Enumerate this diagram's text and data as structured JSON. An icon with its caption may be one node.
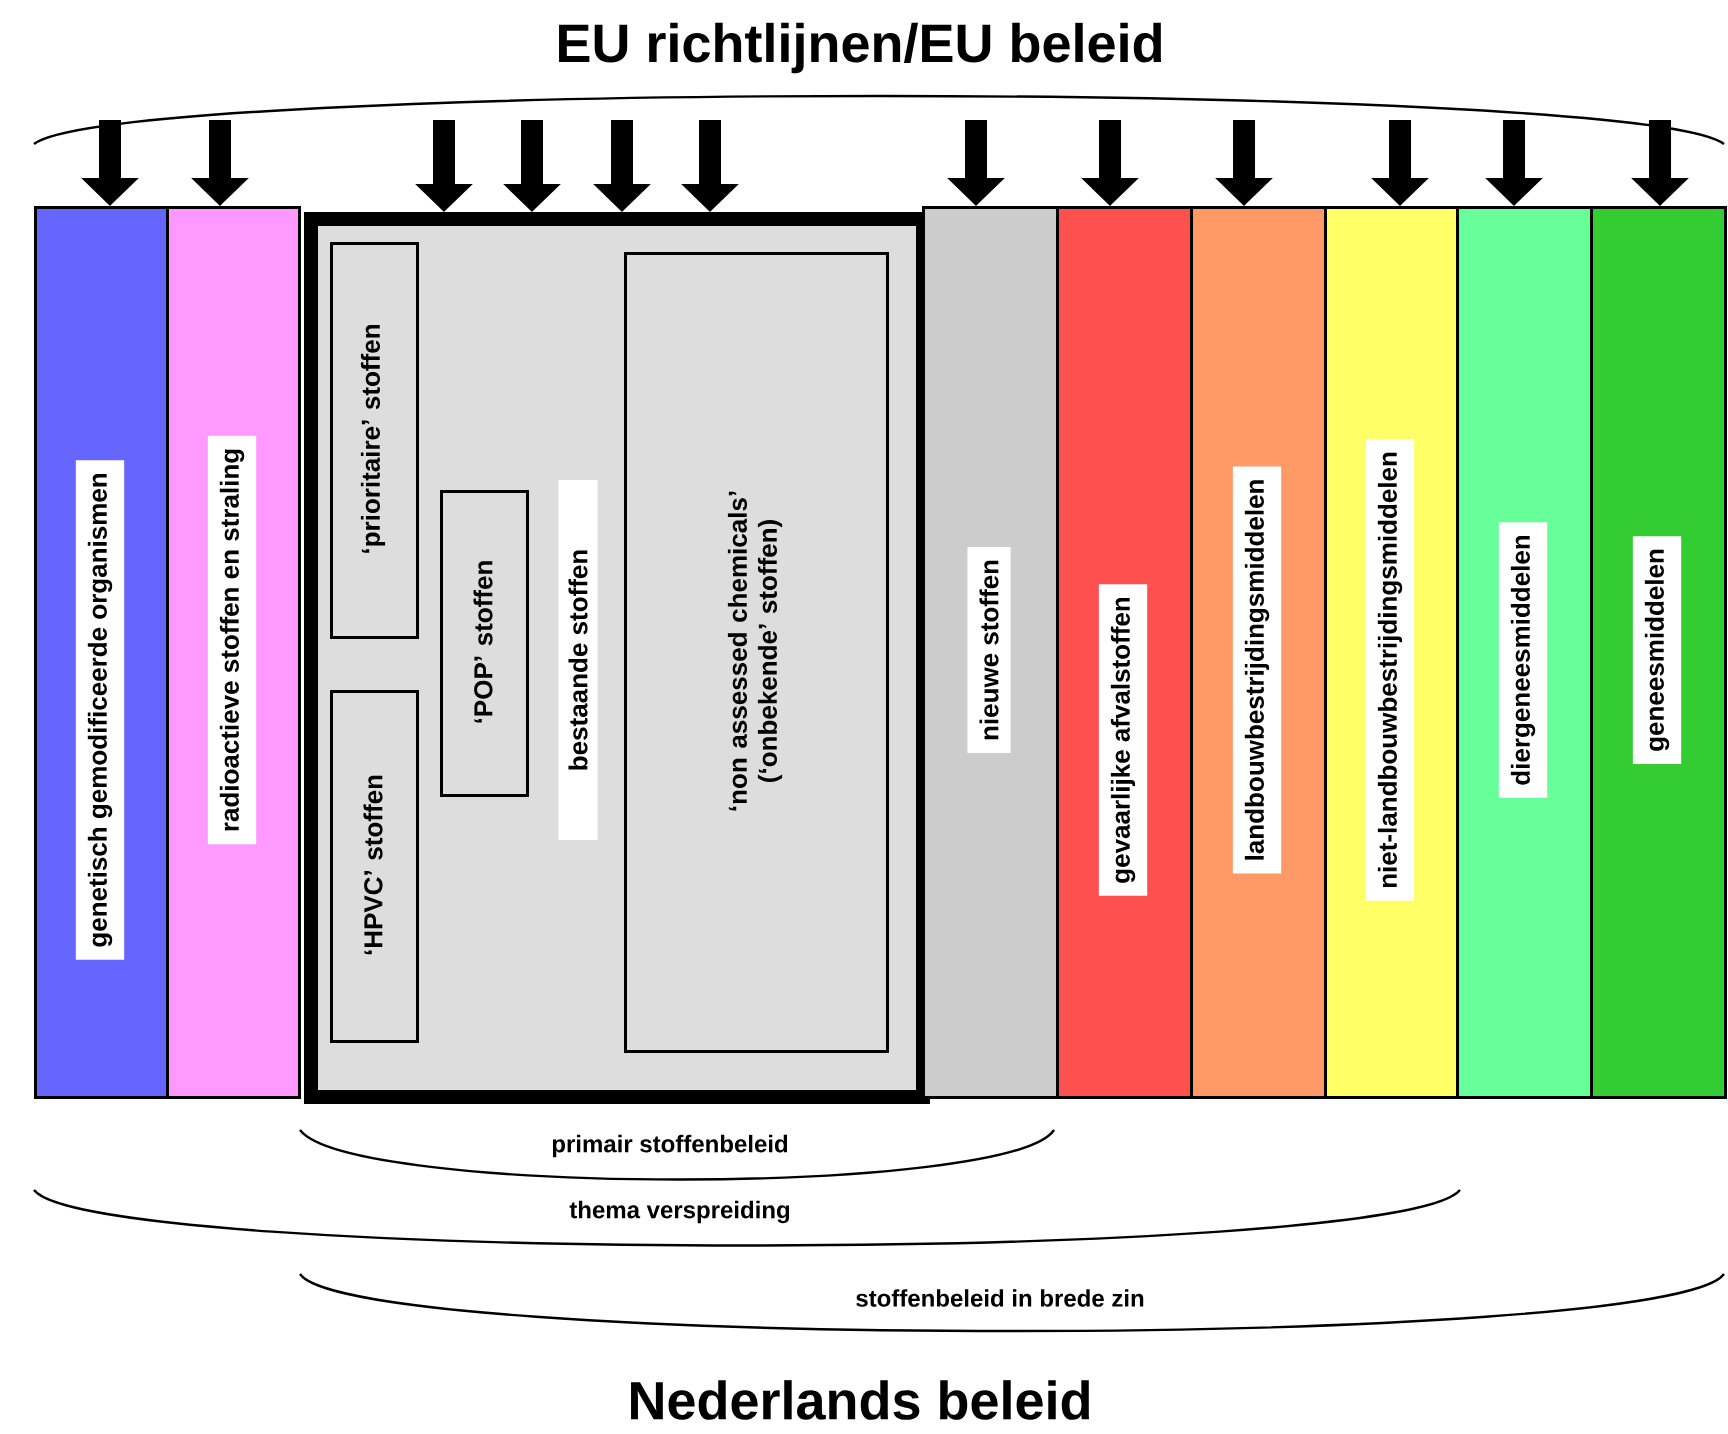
{
  "diagram": {
    "title": "EU richtlijnen/EU beleid",
    "caption": "Nederlands beleid",
    "nodes": [
      {
        "text": [
          "genetisch gemodificeerde organismen"
        ]
      },
      {
        "text": [
          "radioactieve stoffen en straling"
        ]
      },
      {
        "text": [
          "bestaande stoffen"
        ]
      },
      {
        "text": [
          "‘prioritaire’ stoffen"
        ],
        "in": 2
      },
      {
        "text": [
          "‘HPVC’ stoffen"
        ],
        "in": 2
      },
      {
        "text": [
          "‘POP’ stoffen"
        ],
        "in": 2
      },
      {
        "text": [
          "‘non assessed chemicals’ (‘onbekende’ stoffen)"
        ],
        "in": 2
      },
      {
        "text": [
          "nieuwe stoffen"
        ]
      },
      {
        "text": [
          "gevaarlijke afvalstoffen"
        ]
      },
      {
        "text": [
          "landbouwbestrijdingsmiddelen"
        ]
      },
      {
        "text": [
          "niet-landbouwbestrijdingsmiddelen"
        ]
      },
      {
        "text": [
          "diergeneesmiddelen"
        ]
      },
      {
        "text": [
          "geneesmiddelen"
        ]
      }
    ],
    "edges": [
      {
        "from": null,
        "to": 0,
        "arrow": "to"
      },
      {
        "from": null,
        "to": 1,
        "arrow": "to"
      },
      {
        "from": null,
        "to": 2,
        "arrow": "to"
      },
      {
        "from": null,
        "to": 2,
        "arrow": "to"
      },
      {
        "from": null,
        "to": 2,
        "arrow": "to"
      },
      {
        "from": null,
        "to": 2,
        "arrow": "to"
      },
      {
        "from": null,
        "to": 7,
        "arrow": "to"
      },
      {
        "from": null,
        "to": 8,
        "arrow": "to"
      },
      {
        "from": null,
        "to": 9,
        "arrow": "to"
      },
      {
        "from": null,
        "to": 10,
        "arrow": "to"
      },
      {
        "from": null,
        "to": 11,
        "arrow": "to"
      },
      {
        "from": null,
        "to": 12,
        "arrow": "to"
      }
    ],
    "labels": [
      "primair stoffenbeleid",
      "thema verspreiding",
      "stoffenbeleid in brede zin"
    ]
  }
}
